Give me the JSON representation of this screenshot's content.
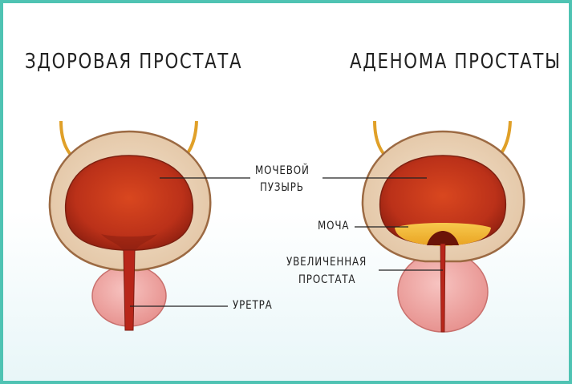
{
  "titles": {
    "healthy": "ЗДОРОВАЯ ПРОСТАТА",
    "adenoma": "АДЕНОМА ПРОСТАТЫ"
  },
  "labels": {
    "bladder_line1": "МОЧЕВОЙ",
    "bladder_line2": "ПУЗЫРЬ",
    "urine": "МОЧА",
    "enlarged_line1": "УВЕЛИЧЕННАЯ",
    "enlarged_line2": "ПРОСТАТА",
    "urethra": "УРЕТРА"
  },
  "colors": {
    "border": "#4fc3b3",
    "ureter": "#e0a028",
    "bladder_wall": "#e9d2b8",
    "bladder_outline": "#9c6a43",
    "bladder_cavity": "#c23a20",
    "urine": "#f2b533",
    "prostate": "#f2a9a6"
  }
}
